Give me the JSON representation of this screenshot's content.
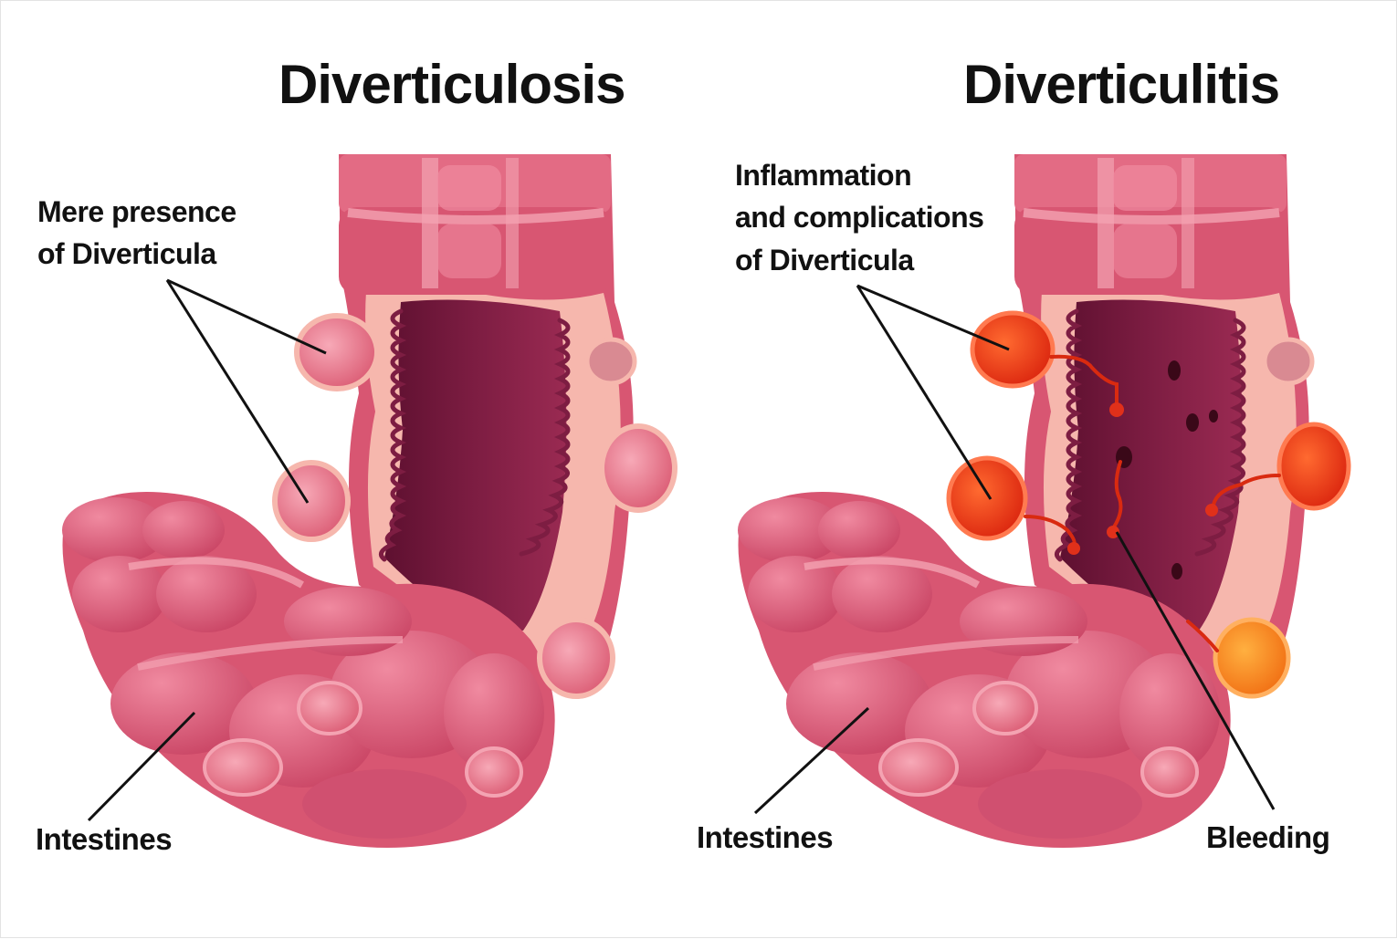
{
  "panels": [
    {
      "title": "Diverticulosis",
      "diverticula_label": "Mere presence\nof Diverticula",
      "intestines_label": "Intestines"
    },
    {
      "title": "Diverticulitis",
      "diverticula_label": "Inflammation\nand complications\nof Diverticula",
      "intestines_label": "Intestines",
      "bleeding_label": "Bleeding"
    }
  ],
  "colors": {
    "tissue": "#e36b84",
    "tissue_dark": "#c24a66",
    "tissue_light": "#f4a3b2",
    "mucosa": "#f6b7ad",
    "lumen": "#7d1d42",
    "healthy_pouch": "#e8798f",
    "inflamed_pouch": "#ee3a16",
    "abscess": "#f68b1e",
    "blood": "#d92a10"
  }
}
